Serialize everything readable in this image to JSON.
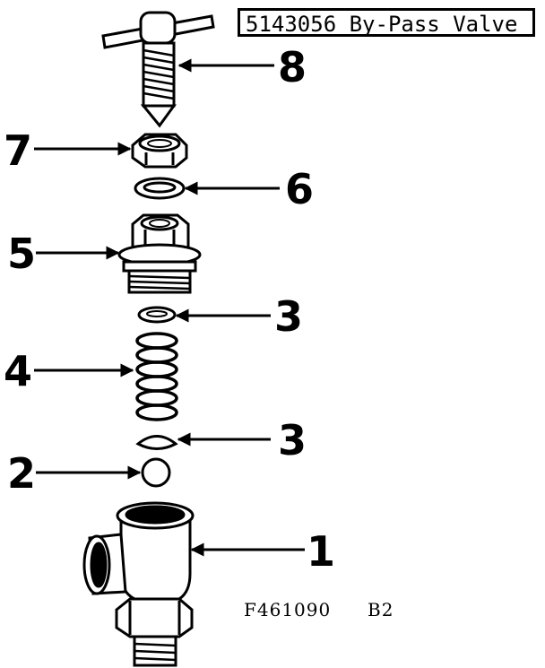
{
  "title": "5143056 By-Pass Valve",
  "callouts": [
    {
      "id": "8",
      "label": "8"
    },
    {
      "id": "7",
      "label": "7"
    },
    {
      "id": "6",
      "label": "6"
    },
    {
      "id": "5",
      "label": "5"
    },
    {
      "id": "3a",
      "label": "3"
    },
    {
      "id": "4",
      "label": "4"
    },
    {
      "id": "3b",
      "label": "3"
    },
    {
      "id": "2",
      "label": "2"
    },
    {
      "id": "1",
      "label": "1"
    }
  ],
  "footer": {
    "figure_code": "F461090",
    "revision": "B2"
  }
}
